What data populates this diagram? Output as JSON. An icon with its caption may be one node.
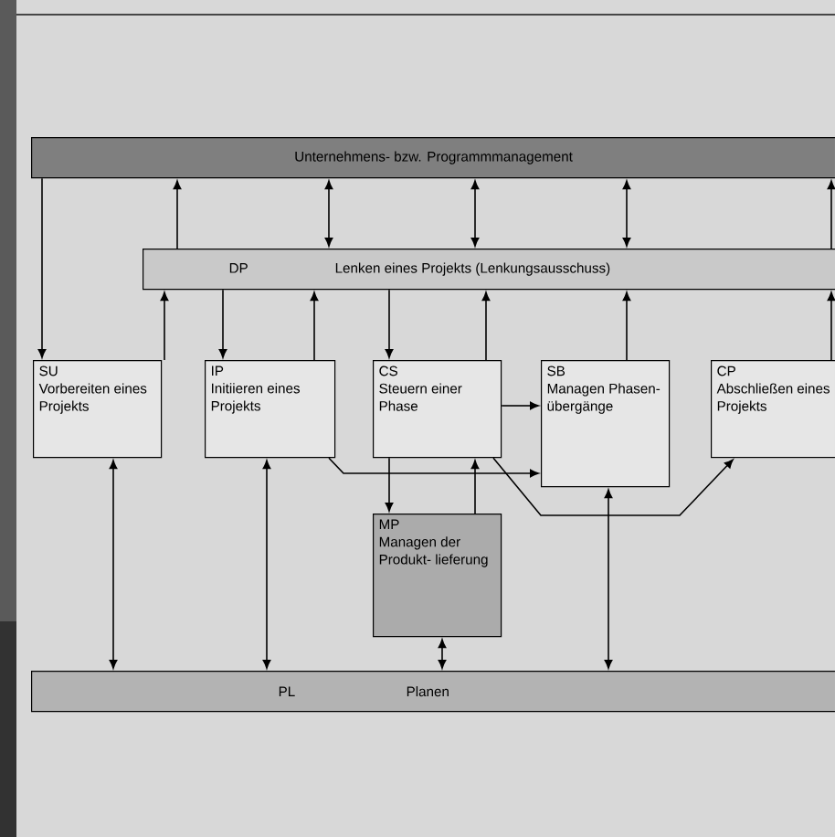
{
  "diagram": {
    "nodes": [
      {
        "text": [
          "Unternehmens- bzw. Programmmanagement"
        ]
      },
      {
        "text": [
          "DP",
          "Lenken eines Projekts (Lenkungsausschuss)"
        ]
      },
      {
        "text": [
          "SU",
          "Vorbereiten eines Projekts"
        ]
      },
      {
        "text": [
          "IP",
          "Initiieren eines Projekts"
        ]
      },
      {
        "text": [
          "CS",
          "Steuern einer Phase"
        ]
      },
      {
        "text": [
          "SB",
          "Managen Phasen- übergänge"
        ]
      },
      {
        "text": [
          "CP",
          "Abschließen eines Projekts"
        ]
      },
      {
        "text": [
          "MP",
          "Managen der Produkt- lieferung"
        ]
      },
      {
        "text": [
          "PL",
          "Planen"
        ]
      }
    ],
    "edges": [
      {
        "from": 0,
        "to": 2,
        "arrow": "to"
      },
      {
        "from": 1,
        "to": 0,
        "arrow": "to"
      },
      {
        "from": 0,
        "to": 1,
        "arrow": "both"
      },
      {
        "from": 0,
        "to": 1,
        "arrow": "both"
      },
      {
        "from": 0,
        "to": 1,
        "arrow": "both"
      },
      {
        "from": 1,
        "to": 0,
        "arrow": "to"
      },
      {
        "from": 2,
        "to": 1,
        "arrow": "to"
      },
      {
        "from": 1,
        "to": 3,
        "arrow": "to"
      },
      {
        "from": 3,
        "to": 1,
        "arrow": "to"
      },
      {
        "from": 1,
        "to": 4,
        "arrow": "to"
      },
      {
        "from": 4,
        "to": 1,
        "arrow": "to"
      },
      {
        "from": 5,
        "to": 1,
        "arrow": "to"
      },
      {
        "from": 6,
        "to": 1,
        "arrow": "to"
      },
      {
        "from": 2,
        "to": 8,
        "arrow": "both"
      },
      {
        "from": 3,
        "to": 8,
        "arrow": "both"
      },
      {
        "from": 4,
        "to": 5,
        "arrow": "to"
      },
      {
        "from": 3,
        "to": 5,
        "arrow": "to"
      },
      {
        "from": 4,
        "to": 6,
        "arrow": "to"
      },
      {
        "from": 4,
        "to": 7,
        "arrow": "to"
      },
      {
        "from": 7,
        "to": 4,
        "arrow": "to"
      },
      {
        "from": 7,
        "to": 8,
        "arrow": "both"
      },
      {
        "from": 5,
        "to": 8,
        "arrow": "both"
      }
    ]
  }
}
